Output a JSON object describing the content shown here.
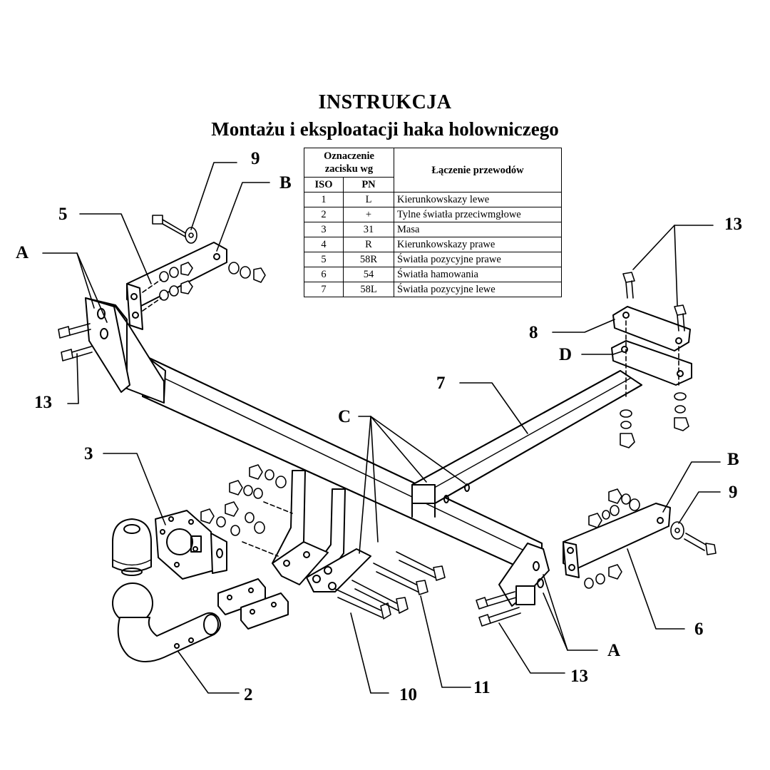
{
  "title": "INSTRUKCJA",
  "subtitle": "Montażu i eksploatacji haka holowniczego",
  "wiring_table": {
    "header_group": "Oznaczenie zacisku wg",
    "header_iso": "ISO",
    "header_pn": "PN",
    "header_connection": "Łączenie przewodów",
    "rows": [
      {
        "iso": "1",
        "pn": "L",
        "desc": "Kierunkowskazy lewe"
      },
      {
        "iso": "2",
        "pn": "+",
        "desc": "Tylne światła przeciwmgłowe"
      },
      {
        "iso": "3",
        "pn": "31",
        "desc": "Masa"
      },
      {
        "iso": "4",
        "pn": "R",
        "desc": "Kierunkowskazy prawe"
      },
      {
        "iso": "5",
        "pn": "58R",
        "desc": "Światła pozycyjne prawe"
      },
      {
        "iso": "6",
        "pn": "54",
        "desc": "Światła hamowania"
      },
      {
        "iso": "7",
        "pn": "58L",
        "desc": "Światła pozycyjne lewe"
      }
    ]
  },
  "callouts": {
    "c9_top": "9",
    "cB_top": "B",
    "c5": "5",
    "cA_left": "A",
    "c13_left": "13",
    "c13_right_top": "13",
    "c8": "8",
    "cD": "D",
    "c7": "7",
    "cC": "C",
    "c3": "3",
    "cB_right": "B",
    "c9_right": "9",
    "c6": "6",
    "cA_right": "A",
    "c13_bottom": "13",
    "c11": "11",
    "c10": "10",
    "c2": "2"
  }
}
